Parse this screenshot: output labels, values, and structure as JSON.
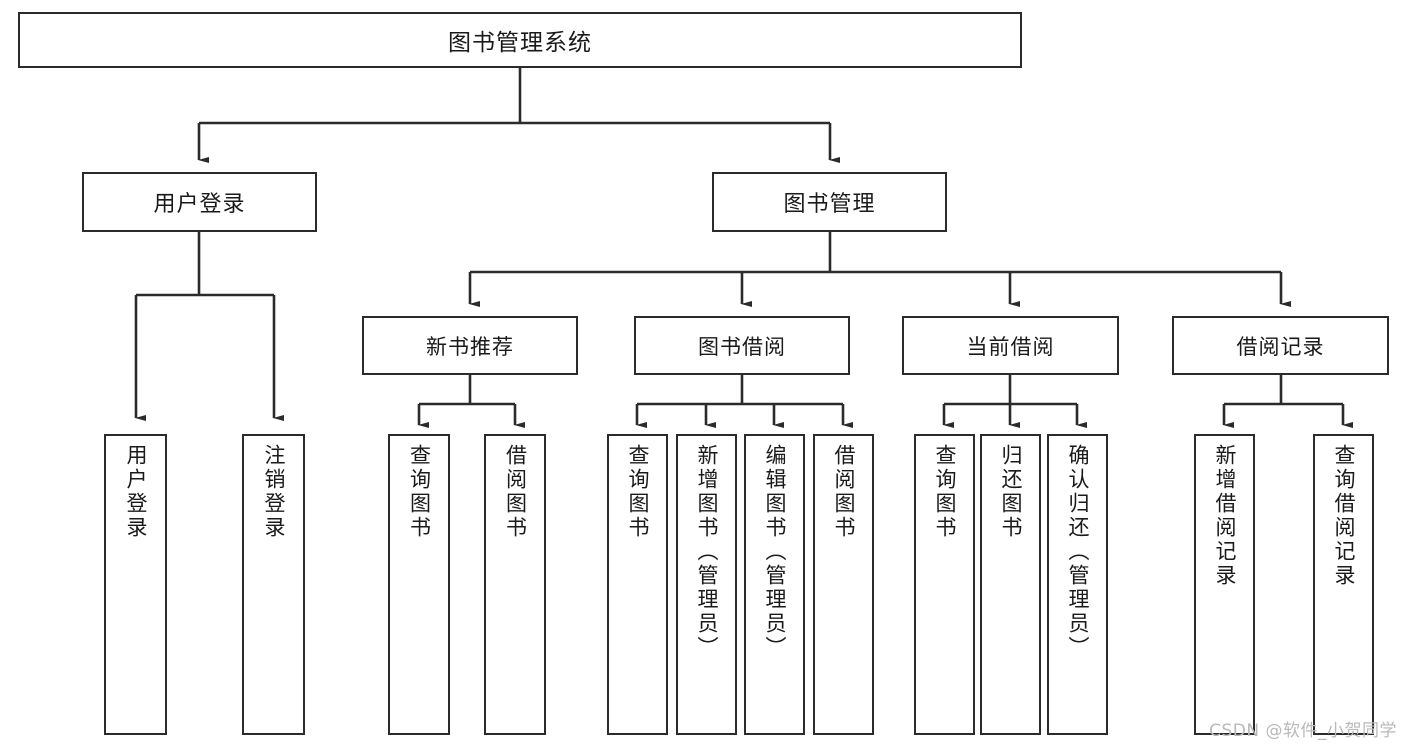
{
  "diagram": {
    "type": "tree-hierarchy-chart",
    "title": "图书管理系统",
    "watermark": "CSDN @软件_小贺同学",
    "colors": {
      "background": "#ffffff",
      "box_border": "#2b2b2b",
      "box_fill": "#ffffff",
      "connector": "#2b2b2b",
      "text": "#1a1a1a",
      "watermark": "#b9b9b9"
    },
    "root": {
      "label": "图书管理系统"
    },
    "level1": [
      {
        "label": "用户登录"
      },
      {
        "label": "图书管理"
      }
    ],
    "user_login_leaves": [
      {
        "label": "用户登录"
      },
      {
        "label": "注销登录"
      }
    ],
    "level2": [
      {
        "label": "新书推荐"
      },
      {
        "label": "图书借阅"
      },
      {
        "label": "当前借阅"
      },
      {
        "label": "借阅记录"
      }
    ],
    "new_book_leaves": [
      {
        "label": "查询图书"
      },
      {
        "label": "借阅图书"
      }
    ],
    "borrow_book_leaves": [
      {
        "label": "查询图书"
      },
      {
        "label": "新增图书（管理员）"
      },
      {
        "label": "编辑图书（管理员）"
      },
      {
        "label": "借阅图书"
      }
    ],
    "current_borrow_leaves": [
      {
        "label": "查询图书"
      },
      {
        "label": "归还图书"
      },
      {
        "label": "确认归还（管理员）"
      }
    ],
    "borrow_record_leaves": [
      {
        "label": "新增借阅记录"
      },
      {
        "label": "查询借阅记录"
      }
    ]
  }
}
